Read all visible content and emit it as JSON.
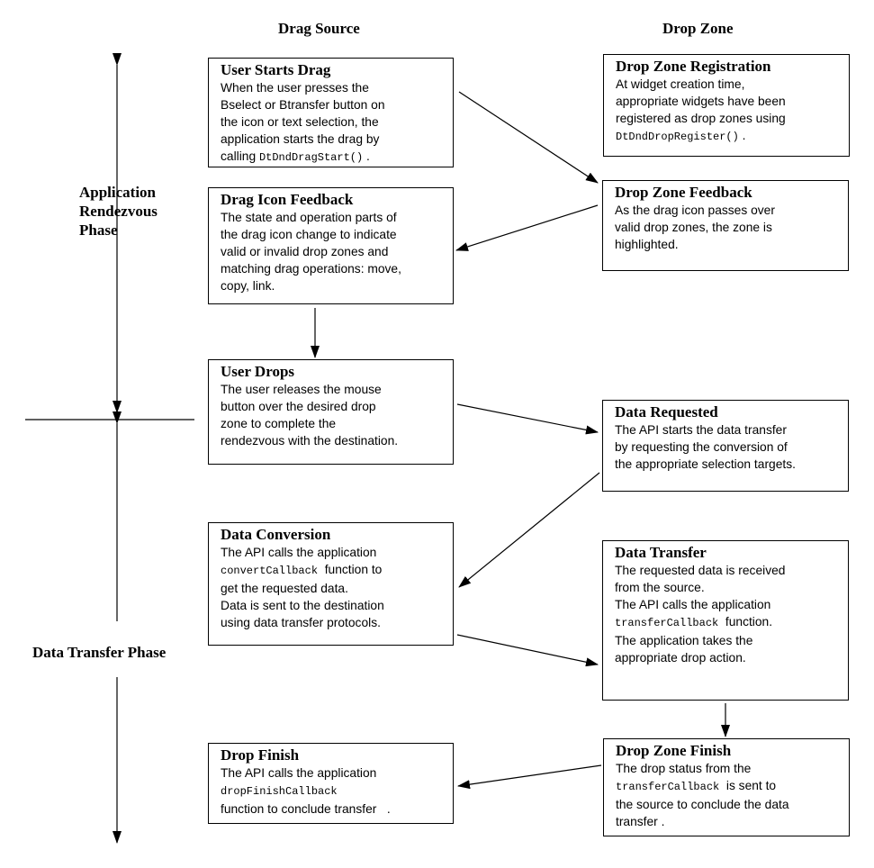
{
  "columns": {
    "source": "Drag Source",
    "zone": "Drop Zone"
  },
  "phases": {
    "rendezvous": [
      "Application",
      "Rendezvous",
      "Phase"
    ],
    "transfer": "Data Transfer Phase"
  },
  "boxes": {
    "user_starts_drag": {
      "title": "User Starts Drag",
      "lines": [
        {
          "t": "When the user presses the"
        },
        {
          "t": "Bselect or Btransfer button on"
        },
        {
          "t": "the icon or text selection, the"
        },
        {
          "t": "application starts the drag by"
        },
        {
          "t": "calling ",
          "code": "DtDndDragStart()",
          "tail": " ."
        }
      ]
    },
    "drop_zone_registration": {
      "title": "Drop Zone Registration",
      "lines": [
        {
          "t": "At widget creation time,"
        },
        {
          "t": "appropriate widgets have been"
        },
        {
          "t": "registered as drop zones using"
        },
        {
          "t": "",
          "code": "DtDndDropRegister()",
          "tail": " ."
        }
      ]
    },
    "drag_icon_feedback": {
      "title": "Drag Icon Feedback",
      "lines": [
        {
          "t": "The state and operation parts of"
        },
        {
          "t": "the drag icon change to indicate"
        },
        {
          "t": "valid or invalid drop zones and"
        },
        {
          "t": "matching drag operations: move,"
        },
        {
          "t": "copy, link."
        }
      ]
    },
    "drop_zone_feedback": {
      "title": "Drop Zone Feedback",
      "lines": [
        {
          "t": "As the drag icon passes over"
        },
        {
          "t": "valid drop zones, the zone is"
        },
        {
          "t": "highlighted."
        }
      ]
    },
    "user_drops": {
      "title": "User Drops",
      "lines": [
        {
          "t": "The user releases the mouse"
        },
        {
          "t": "button over the desired drop"
        },
        {
          "t": "zone to complete the"
        },
        {
          "t": "rendezvous with the destination."
        }
      ]
    },
    "data_requested": {
      "title": "Data Requested",
      "lines": [
        {
          "t": "The API starts the data transfer"
        },
        {
          "t": "by requesting the conversion of"
        },
        {
          "t": "the appropriate selection targets."
        }
      ]
    },
    "data_conversion": {
      "title": "Data Conversion",
      "lines": [
        {
          "t": "The API calls the application"
        },
        {
          "t": "",
          "code": "convertCallback",
          "tail": "  function to"
        },
        {
          "t": "get the requested data."
        },
        {
          "t": "Data is sent to the destination"
        },
        {
          "t": "using data transfer protocols."
        }
      ]
    },
    "data_transfer": {
      "title": "Data Transfer",
      "lines": [
        {
          "t": "The requested data is received"
        },
        {
          "t": "from the source."
        },
        {
          "t": "The API calls the application"
        },
        {
          "t": "",
          "code": "transferCallback",
          "tail": "  function."
        },
        {
          "t": "The application takes the"
        },
        {
          "t": "appropriate drop action."
        }
      ]
    },
    "drop_finish": {
      "title": "Drop Finish",
      "lines": [
        {
          "t": "The API calls the application"
        },
        {
          "t": "",
          "code": "dropFinishCallback"
        },
        {
          "t": "function to conclude transfer   ."
        }
      ]
    },
    "drop_zone_finish": {
      "title": "Drop Zone Finish",
      "lines": [
        {
          "t": "The drop status from the"
        },
        {
          "t": "",
          "code": "transferCallback",
          "tail": "  is sent to"
        },
        {
          "t": "the source to conclude the data"
        },
        {
          "t": "transfer ."
        }
      ]
    }
  }
}
